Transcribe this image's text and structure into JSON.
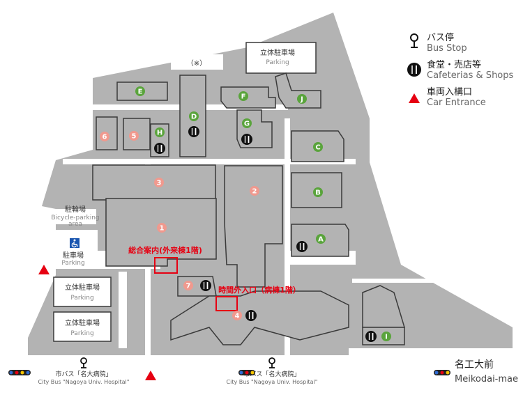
{
  "legend": {
    "bus_stop_jp": "バス停",
    "bus_stop_en": "Bus Stop",
    "cafeteria_jp": "食堂・売店等",
    "cafeteria_en": "Cafeterias & Shops",
    "car_entrance_jp": "車両入構口",
    "car_entrance_en": "Car Entrance"
  },
  "parking": {
    "top_jp": "立体駐車場",
    "top_en": "Parking",
    "bicycle_jp": "駐輪場",
    "bicycle_en": "Bicycle-parking",
    "bicycle_en2": "area",
    "accessible_jp": "駐車場",
    "accessible_en": "Parking",
    "left1_jp": "立体駐車場",
    "left1_en": "Parking",
    "left2_jp": "立体駐車場",
    "left2_en": "Parking"
  },
  "note_mark": "（※）",
  "green_labels": [
    "A",
    "B",
    "C",
    "D",
    "E",
    "F",
    "G",
    "H",
    "I",
    "J"
  ],
  "pink_labels": [
    "1",
    "2",
    "3",
    "4",
    "5",
    "6",
    "7"
  ],
  "callouts": {
    "general_info": "総合案内(外来棟1階)",
    "after_hours": "時間外入口（病棟1階）"
  },
  "bus_stops": {
    "stop_jp": "市バス「名大病院」",
    "stop_en": "City Bus \"Nagoya Univ. Hospital\""
  },
  "station": {
    "jp": "名工大前",
    "en": "Meikodai-mae"
  },
  "colors": {
    "building": "#b3b3b3",
    "building_stroke": "#3a3a3a",
    "green_pin": "#5aa43c",
    "pink_pin": "#f0998e",
    "red": "#e60012",
    "road": "#ffffff",
    "grounds": "#b3b3b3"
  }
}
